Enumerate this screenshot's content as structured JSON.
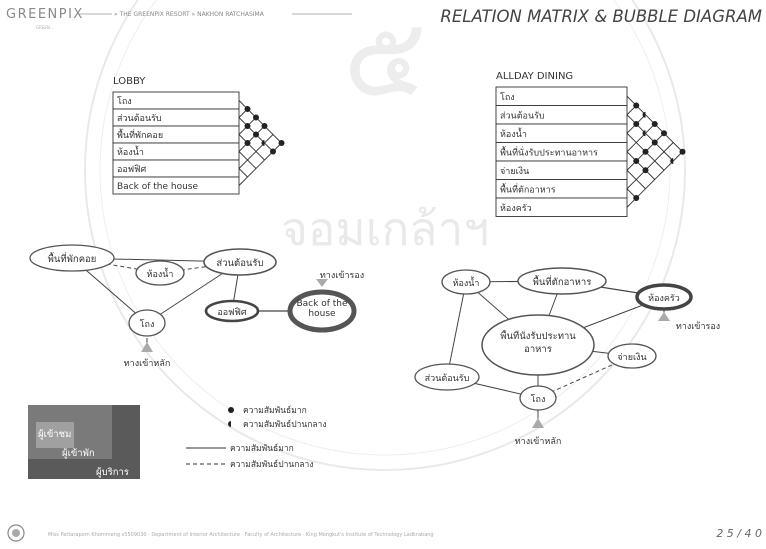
{
  "header": {
    "brand": "GREENPIX",
    "brand_tag": "GREEN...",
    "project": "» THE GREENPIX RESORT » NAKHON RATCHASIMA",
    "title": "RELATION MATRIX & BUBBLE DIAGRAM"
  },
  "watermark": {
    "thai_text": "จอมเกล้าฯ",
    "digit": "๕"
  },
  "lobby": {
    "title": "LOBBY",
    "rows": [
      "โถง",
      "ส่วนต้อนรับ",
      "พื้นที่พักคอย",
      "ห้องน้ำ",
      "ออฟฟิศ",
      "Back of the house"
    ],
    "cells": [
      [
        "strong",
        "strong",
        "strong",
        "",
        "strong"
      ],
      [
        "strong",
        "strong",
        "medium",
        "strong"
      ],
      [
        "strong",
        "",
        ""
      ],
      [
        "",
        ""
      ],
      [
        ""
      ]
    ]
  },
  "allday": {
    "title": "ALLDAY DINING",
    "rows": [
      "โถง",
      "ส่วนต้อนรับ",
      "ห้องน้ำ",
      "พื้นที่นั่งรับประทานอาหาร",
      "จ่ายเงิน",
      "พื้นที่ตักอาหาร",
      "ห้องครัว"
    ],
    "cells": [
      [
        "strong",
        "medium",
        "strong",
        "strong",
        "",
        "strong"
      ],
      [
        "strong",
        "medium",
        "strong",
        "",
        "medium"
      ],
      [
        "",
        "strong",
        "",
        ""
      ],
      [
        "strong",
        "strong",
        ""
      ],
      [
        "",
        ""
      ],
      [
        "strong"
      ]
    ]
  },
  "bubble_lobby": {
    "waiting": "พื้นที่พักคอย",
    "toilet": "ห้องน้ำ",
    "reception": "ส่วนต้อนรับ",
    "hall": "โถง",
    "office": "ออฟฟิศ",
    "boh": "Back of the house",
    "main_entrance": "ทางเข้าหลัก",
    "service_entrance": "ทางเข้ารอง"
  },
  "bubble_dining": {
    "toilet": "ห้องน้ำ",
    "buffet": "พื้นที่ตักอาหาร",
    "kitchen": "ห้องครัว",
    "seating": "พื้นที่นั่งรับประทานอาหาร",
    "cashier": "จ่ายเงิน",
    "reception": "ส่วนต้อนรับ",
    "hall": "โถง",
    "main_entrance": "ทางเข้าหลัก",
    "service_entrance": "ทางเข้ารอง"
  },
  "zoning": {
    "guest": "ผู้เข้าชม",
    "resident": "ผู้เข้าพัก",
    "service": "ผู้บริการ"
  },
  "legend": {
    "strong": "ความสัมพันธ์มาก",
    "medium": "ความสัมพันธ์ปานกลาง",
    "line_strong": "ความสัมพันธ์มาก",
    "line_medium": "ความสัมพันธ์ปานกลาง"
  },
  "footer": {
    "credit": "Miss Pattaraporn Khommeng s5509030 · Department of Interior Architecture · Faculty of Architecture · King Mongkut's Institute of Technology Ladkrabang",
    "page": "2 5 / 4 0"
  },
  "colors": {
    "accent": "#4d4d4d",
    "zoning_guest": "#9a9a9a",
    "zoning_resident": "#7a7a7a",
    "zoning_service": "#5a5a5a",
    "watermark": "#e0e0e0"
  }
}
